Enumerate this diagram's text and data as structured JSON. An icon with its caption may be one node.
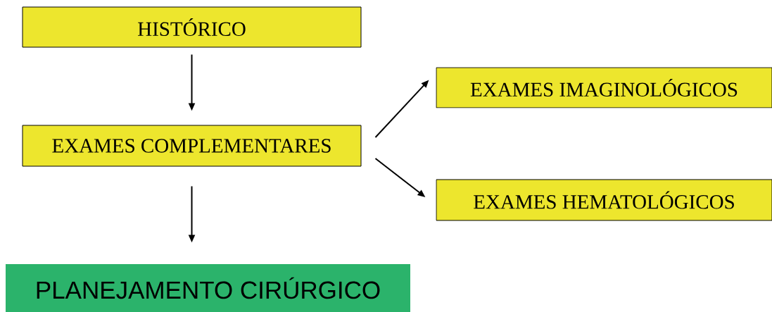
{
  "diagram": {
    "nodes": [
      {
        "text": [
          "HISTÓRICO"
        ]
      },
      {
        "text": [
          "EXAMES COMPLEMENTARES"
        ]
      },
      {
        "text": [
          "EXAMES IMAGINOLÓGICOS"
        ]
      },
      {
        "text": [
          "EXAMES HEMATOLÓGICOS"
        ]
      },
      {
        "text": [
          "PLANEJAMENTO CIRÚRGICO"
        ]
      }
    ],
    "edges": [
      {
        "from": 0,
        "to": 1,
        "arrow": "to"
      },
      {
        "from": 1,
        "to": 2,
        "arrow": "to"
      },
      {
        "from": 1,
        "to": 3,
        "arrow": "to"
      },
      {
        "from": 1,
        "to": 4,
        "arrow": "to"
      }
    ]
  }
}
